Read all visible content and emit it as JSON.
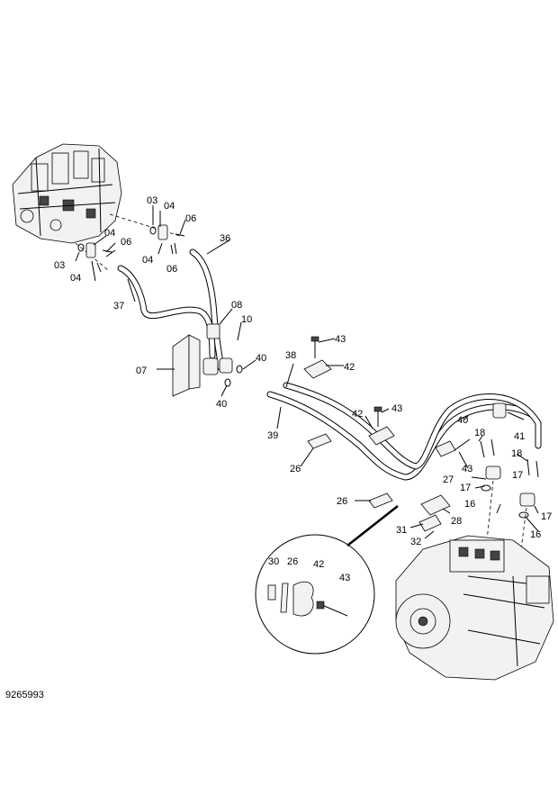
{
  "drawing_number": "9265993",
  "callouts": [
    "03",
    "04",
    "06",
    "03",
    "04",
    "04",
    "06",
    "04",
    "06",
    "36",
    "37",
    "08",
    "10",
    "07",
    "40",
    "40",
    "38",
    "43",
    "42",
    "39",
    "42",
    "43",
    "26",
    "40",
    "41",
    "18",
    "18",
    "27",
    "43",
    "17",
    "16",
    "17",
    "26",
    "28",
    "17",
    "31",
    "16",
    "32",
    "30",
    "26",
    "42",
    "43"
  ],
  "icons": [
    "control-valve-assembly",
    "hydraulic-pump-assembly",
    "hose",
    "bracket",
    "clamp",
    "bolt",
    "o-ring",
    "flange",
    "detail-circle"
  ]
}
